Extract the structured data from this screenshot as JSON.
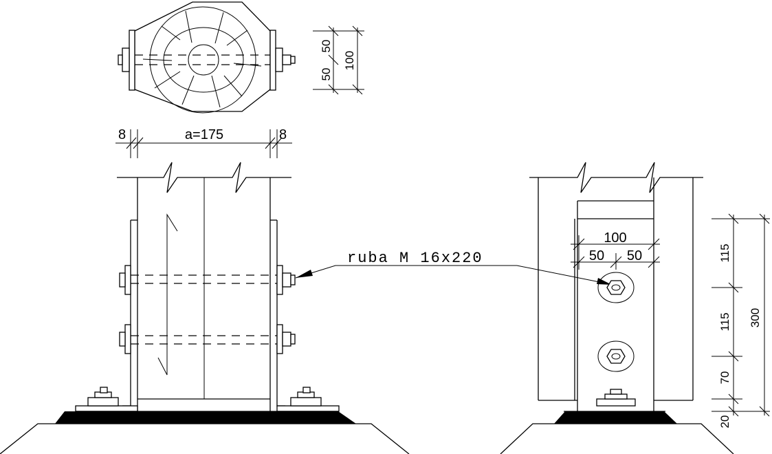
{
  "drawing": {
    "top_view": {
      "dim_50_upper": "50",
      "dim_50_lower": "50",
      "dim_100": "100"
    },
    "front_view": {
      "dim_left_8": "8",
      "dim_a": "a=175",
      "dim_right_8": "8"
    },
    "callout": {
      "bolt_label": "ruba M 16x220"
    },
    "side_view": {
      "dim_100": "100",
      "dim_50_left": "50",
      "dim_50_right": "50",
      "dim_115_upper": "115",
      "dim_115_lower": "115",
      "dim_70": "70",
      "dim_20": "20",
      "dim_300": "300"
    }
  }
}
